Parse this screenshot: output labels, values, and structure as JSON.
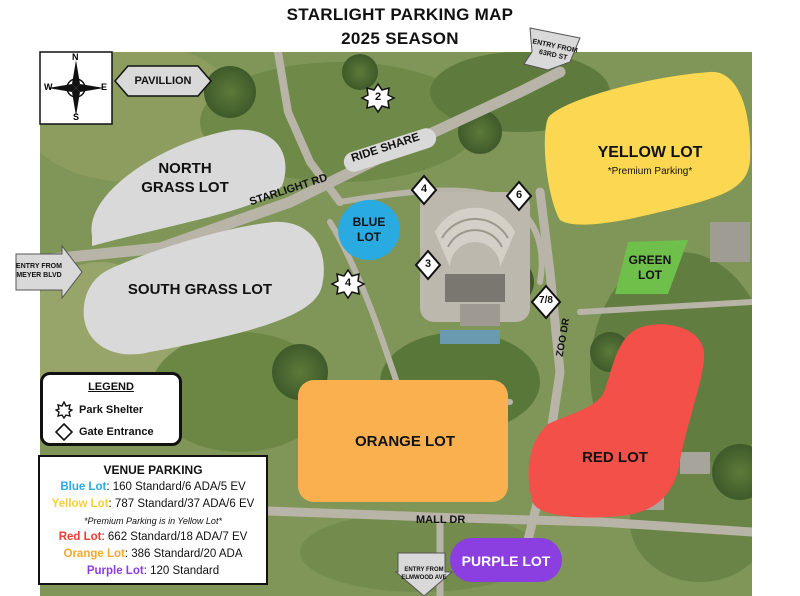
{
  "title": {
    "line1": "STARLIGHT PARKING MAP",
    "line2": "2025 SEASON"
  },
  "compass": {
    "n": "N",
    "s": "S",
    "e": "E",
    "w": "W"
  },
  "landmarks": {
    "pavillion": "PAVILLION"
  },
  "roads": {
    "ride_share": "RIDE SHARE",
    "starlight_rd": "STARLIGHT RD",
    "zoo_dr": "ZOO DR",
    "mall_dr": "MALL DR"
  },
  "entries": {
    "e63": [
      "ENTRY FROM",
      "63RD ST"
    ],
    "meyer": [
      "ENTRY FROM",
      "MEYER BLVD"
    ],
    "elmwood": [
      "ENTRY FROM",
      "ELMWOOD AVE"
    ]
  },
  "lots": {
    "north_grass": [
      "NORTH",
      "GRASS LOT"
    ],
    "south_grass": "SOUTH GRASS LOT",
    "blue": [
      "BLUE",
      "LOT"
    ],
    "yellow": "YELLOW LOT",
    "yellow_note": "*Premium Parking*",
    "green": [
      "GREEN",
      "LOT"
    ],
    "red": "RED LOT",
    "orange": "ORANGE LOT",
    "purple": "PURPLE LOT"
  },
  "gates": [
    "4",
    "6",
    "3",
    "7/8"
  ],
  "shelters": [
    "2",
    "4"
  ],
  "legend": {
    "title": "LEGEND",
    "shelter": "Park Shelter",
    "gate": "Gate Entrance"
  },
  "venue": {
    "title": "VENUE PARKING",
    "rows": [
      {
        "lot": "Blue Lot",
        "detail": ": 160 Standard/6 ADA/5 EV"
      },
      {
        "lot": "Yellow Lot",
        "detail": ": 787 Standard/37 ADA/6 EV"
      },
      {
        "lot": "Red Lot",
        "detail": ": 662 Standard/18 ADA/7 EV"
      },
      {
        "lot": "Orange Lot",
        "detail": ": 386 Standard/20 ADA"
      },
      {
        "lot": "Purple Lot",
        "detail": ": 120 Standard"
      }
    ],
    "note": "*Premium Parking is in Yellow Lot*"
  },
  "colors": {
    "grass_lot": "#d9d9d9",
    "blue": "#29abe2",
    "yellow": "#fcd852",
    "green": "#6fc04b",
    "red": "#f3504a",
    "orange": "#fbb050",
    "purple": "#8b3fe0",
    "blue_text": "#29abe2",
    "yellow_text": "#f5cf3a",
    "red_text": "#ee3b33",
    "orange_text": "#f7a72a",
    "purple_text": "#8b3fe0"
  }
}
